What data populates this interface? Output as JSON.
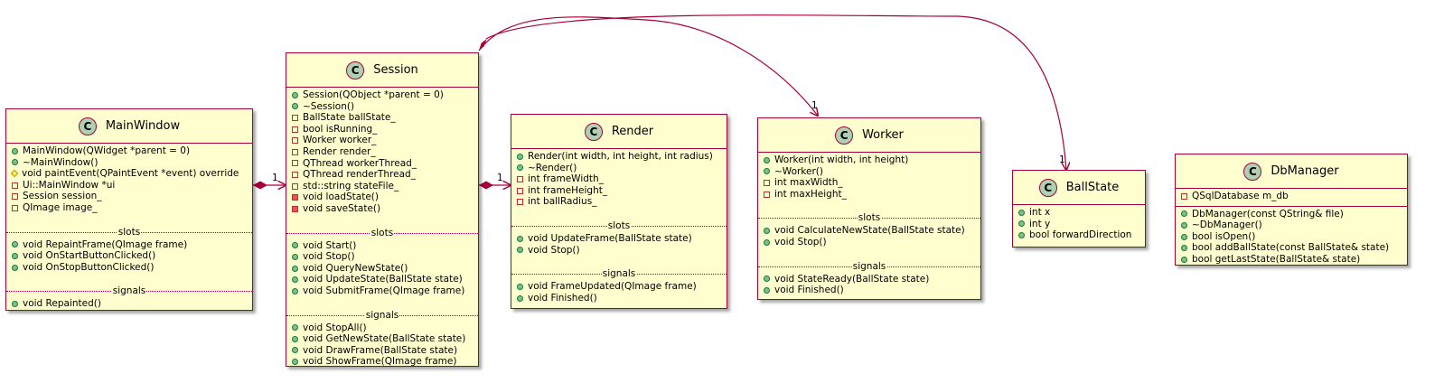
{
  "classes": {
    "mainwindow": {
      "icon": "C",
      "name": "MainWindow",
      "fields": [
        {
          "vis": "public",
          "text": "MainWindow(QWidget *parent = 0)"
        },
        {
          "vis": "public",
          "text": "~MainWindow()"
        },
        {
          "vis": "protected",
          "text": "void paintEvent(QPaintEvent *event) override"
        },
        {
          "vis": "private",
          "text": "Ui::MainWindow *ui"
        },
        {
          "vis": "private",
          "text": "Session session_"
        },
        {
          "vis": "private",
          "text": "QImage image_"
        }
      ],
      "slots_label": "slots",
      "slots": [
        {
          "vis": "public",
          "text": "void RepaintFrame(QImage frame)"
        },
        {
          "vis": "public",
          "text": "void OnStartButtonClicked()"
        },
        {
          "vis": "public",
          "text": "void OnStopButtonClicked()"
        }
      ],
      "signals_label": "signals",
      "signals": [
        {
          "vis": "public",
          "text": "void Repainted()"
        }
      ]
    },
    "session": {
      "icon": "C",
      "name": "Session",
      "fields": [
        {
          "vis": "public",
          "text": "Session(QObject *parent = 0)"
        },
        {
          "vis": "public",
          "text": "~Session()"
        },
        {
          "vis": "private",
          "text": "BallState ballState_"
        },
        {
          "vis": "private",
          "text": "bool isRunning_"
        },
        {
          "vis": "private",
          "text": "Worker worker_"
        },
        {
          "vis": "private",
          "text": "Render render_"
        },
        {
          "vis": "private",
          "text": "QThread workerThread_"
        },
        {
          "vis": "private",
          "text": "QThread renderThread_"
        },
        {
          "vis": "private",
          "text": "std::string stateFile_"
        },
        {
          "vis": "private-method",
          "text": "void loadState()"
        },
        {
          "vis": "private-method",
          "text": "void saveState()"
        }
      ],
      "slots_label": "slots",
      "slots": [
        {
          "vis": "public",
          "text": "void Start()"
        },
        {
          "vis": "public",
          "text": "void Stop()"
        },
        {
          "vis": "public",
          "text": "void QueryNewState()"
        },
        {
          "vis": "public",
          "text": "void UpdateState(BallState state)"
        },
        {
          "vis": "public",
          "text": "void SubmitFrame(QImage frame)"
        }
      ],
      "signals_label": "signals",
      "signals": [
        {
          "vis": "public",
          "text": "void StopAll()"
        },
        {
          "vis": "public",
          "text": "void GetNewState(BallState state)"
        },
        {
          "vis": "public",
          "text": "void DrawFrame(BallState state)"
        },
        {
          "vis": "public",
          "text": "void ShowFrame(QImage frame)"
        }
      ]
    },
    "render": {
      "icon": "C",
      "name": "Render",
      "fields": [
        {
          "vis": "public",
          "text": "Render(int width, int height, int radius)"
        },
        {
          "vis": "public",
          "text": "~Render()"
        },
        {
          "vis": "private",
          "text": "int frameWidth_"
        },
        {
          "vis": "private",
          "text": "int frameHeight_"
        },
        {
          "vis": "private",
          "text": "int ballRadius_"
        }
      ],
      "slots_label": "slots",
      "slots": [
        {
          "vis": "public",
          "text": "void UpdateFrame(BallState state)"
        },
        {
          "vis": "public",
          "text": "void Stop()"
        }
      ],
      "signals_label": "signals",
      "signals": [
        {
          "vis": "public",
          "text": "void FrameUpdated(QImage frame)"
        },
        {
          "vis": "public",
          "text": "void Finished()"
        }
      ]
    },
    "worker": {
      "icon": "C",
      "name": "Worker",
      "fields": [
        {
          "vis": "public",
          "text": "Worker(int width, int height)"
        },
        {
          "vis": "public",
          "text": "~Worker()"
        },
        {
          "vis": "private",
          "text": "int maxWidth_"
        },
        {
          "vis": "private",
          "text": "int maxHeight_"
        }
      ],
      "slots_label": "slots",
      "slots": [
        {
          "vis": "public",
          "text": "void CalculateNewState(BallState state)"
        },
        {
          "vis": "public",
          "text": "void Stop()"
        }
      ],
      "signals_label": "signals",
      "signals": [
        {
          "vis": "public",
          "text": "void StateReady(BallState state)"
        },
        {
          "vis": "public",
          "text": "void Finished()"
        }
      ]
    },
    "ballstate": {
      "icon": "C",
      "name": "BallState",
      "fields": [
        {
          "vis": "public",
          "text": "int x"
        },
        {
          "vis": "public",
          "text": "int y"
        },
        {
          "vis": "public",
          "text": "bool forwardDirection"
        }
      ]
    },
    "dbmanager": {
      "icon": "C",
      "name": "DbManager",
      "attributes": [
        {
          "vis": "private",
          "text": "QSqlDatabase m_db"
        }
      ],
      "fields": [
        {
          "vis": "public",
          "text": "DbManager(const QString& file)"
        },
        {
          "vis": "public",
          "text": "~DbManager()"
        },
        {
          "vis": "public",
          "text": "bool isOpen()"
        },
        {
          "vis": "public",
          "text": "bool addBallState(const BallState& state)"
        },
        {
          "vis": "public",
          "text": "bool getLastState(BallState& state)"
        }
      ]
    }
  },
  "relations": {
    "mainwindow_session": {
      "multiplicity": "1"
    },
    "session_render": {
      "multiplicity": "1"
    },
    "session_worker": {
      "multiplicity": "1"
    },
    "session_ballstate": {
      "multiplicity": "1"
    }
  },
  "colors": {
    "border": "#A80036",
    "fill": "#FEFECE",
    "class_icon": "#ADD1B2",
    "public": "#84BE84",
    "private": "#F24D5C",
    "protected": "#FFFF44"
  }
}
